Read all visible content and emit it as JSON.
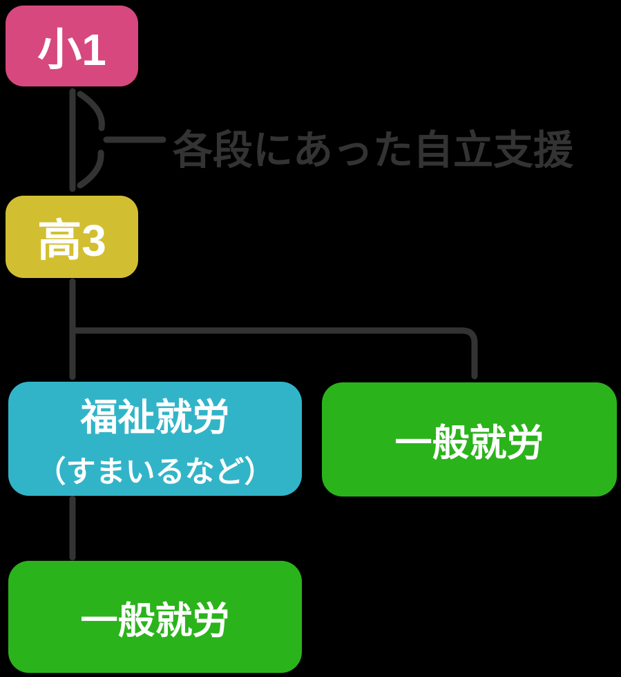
{
  "canvas": {
    "background": "#000000"
  },
  "connectors": {
    "color": "#333333"
  },
  "annotation": {
    "label": "各段にあった自立支援",
    "color": "#333333"
  },
  "nodes": {
    "sho1": {
      "label": "小1",
      "color": "#d7487e",
      "text_color": "#ffffff"
    },
    "ko3": {
      "label": "高3",
      "color": "#d2bf31",
      "text_color": "#ffffff"
    },
    "fukushi": {
      "label": "福祉就労",
      "sublabel": "（すまいるなど）",
      "color": "#32b4c8",
      "text_color": "#ffffff"
    },
    "ippan_right": {
      "label": "一般就労",
      "color": "#2bb31c",
      "text_color": "#ffffff"
    },
    "ippan_bottom": {
      "label": "一般就労",
      "color": "#2bb31c",
      "text_color": "#ffffff"
    }
  }
}
